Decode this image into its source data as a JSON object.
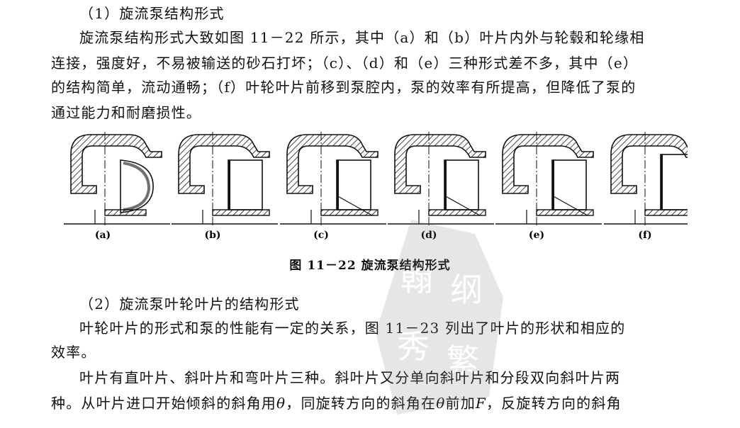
{
  "section1": {
    "heading": "（1）旋流泵结构形式",
    "lines": [
      "旋流泵结构形式大致如图 11－22 所示，其中（a）和（b）叶片内外与轮毂和轮缘相",
      "连接，强度好，不易被输送的砂石打坏；（c）、（d）和（e）三种形式差不多，其中（e）",
      "的结构简单，流动通畅；（f）叶轮叶片前移到泵腔内，泵的效率有所提高，但降低了泵的",
      "通过能力和耐磨损性。"
    ]
  },
  "figure": {
    "labels": [
      "(a)",
      "(b)",
      "(c)",
      "(d)",
      "(e)",
      "(f)"
    ],
    "caption": "图 11－22   旋流泵结构形式"
  },
  "section2": {
    "heading": "（2）旋流泵叶轮叶片的结构形式",
    "para1_lines": [
      "叶轮叶片的形式和泵的性能有一定的关系，图 11－23 列出了叶片的形状和相应的",
      "效率。"
    ],
    "para2_line1": "叶片有直叶片、斜叶片和弯叶片三种。斜叶片又分单向斜叶片和分段双向斜叶片两",
    "para2_line2_a": "种。从叶片进口开始倾斜的斜角用",
    "theta": "θ",
    "para2_line2_b": "，同旋转方向的斜角在",
    "para2_line2_c": "前加",
    "F": "F",
    "para2_line2_d": "，反旋转方向的斜角"
  },
  "colors": {
    "text": "#111111",
    "line": "#1a1a1a",
    "watermark": "#808080"
  }
}
